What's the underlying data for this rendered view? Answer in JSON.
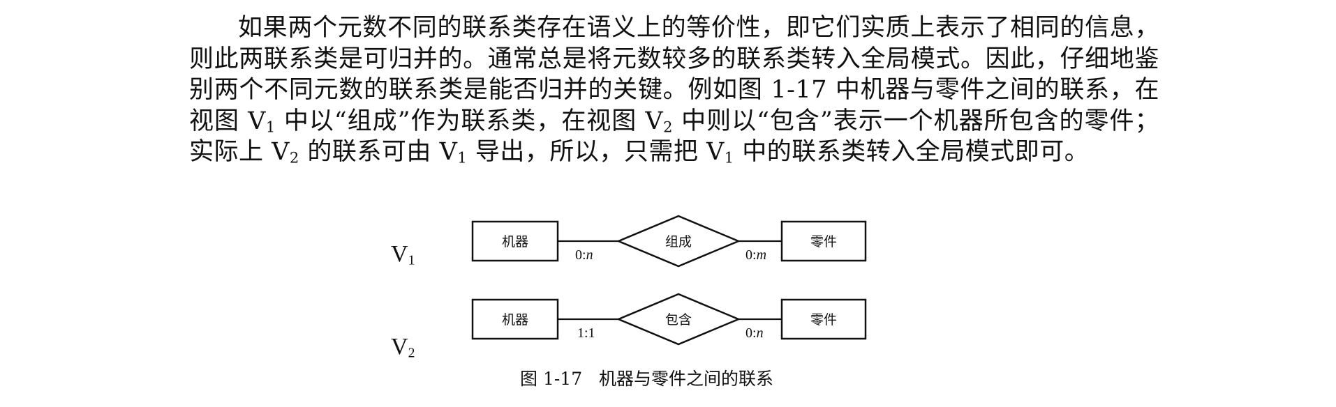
{
  "paragraph": {
    "s1": "如果两个元数不同的联系类存在语义上的等价性，即它们实质上表示了相同的信息，则此两联系类是可归并的。通常总是将元数较多的联系类转入全局模式。因此，仔细地鉴别两个不同元数的联系类是能否归并的关键。例如图 1-17 中机器与零件之间的联系，在视图 ",
    "s2": " 中以“组成”作为联系类，在视图 ",
    "s3": " 中则以“包含”表示一个机器所包含的零件；实际上 ",
    "s4": " 的联系可由 ",
    "s5": " 导出，所以，只需把 ",
    "s6": " 中的联系类转入全局模式即可。",
    "v_letter": "V",
    "sub1": "1",
    "sub2": "2"
  },
  "views": [
    {
      "label_main": "V",
      "label_sub": "1",
      "left_entity": "机器",
      "relationship": "组成",
      "right_entity": "零件",
      "left_card_num": "0",
      "left_card_var": "n",
      "right_card_num": "0",
      "right_card_var": "m"
    },
    {
      "label_main": "V",
      "label_sub": "2",
      "left_entity": "机器",
      "relationship": "包含",
      "right_entity": "零件",
      "left_card_text": "1:1",
      "right_card_num": "0",
      "right_card_var": "n"
    }
  ],
  "caption": {
    "figure_no": "图 1-17",
    "title": "机器与零件之间的联系"
  }
}
